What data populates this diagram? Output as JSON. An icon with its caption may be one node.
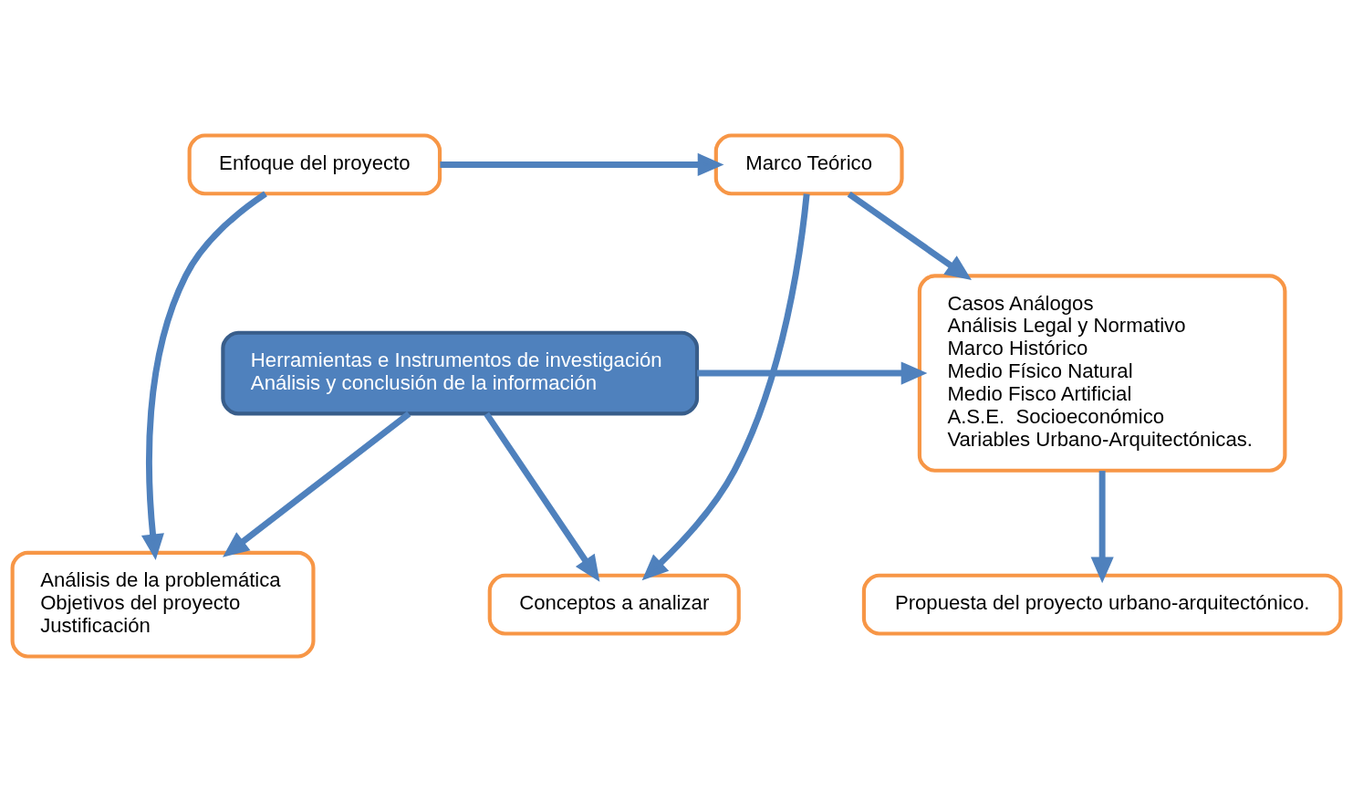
{
  "diagram": {
    "nodes": [
      {
        "text": [
          "Marco Teórico"
        ]
      },
      {
        "text": [
          "Enfoque del proyecto"
        ]
      },
      {
        "text": [
          "Conceptos a analizar"
        ]
      },
      {
        "text": [
          "Análisis de la problemática",
          "Objetivos del proyecto",
          "Justificación"
        ]
      },
      {
        "text": [
          "Casos Análogos",
          "Análisis Legal y Normativo",
          "Marco Histórico",
          "Medio Físico Natural",
          "Medio Fisco Artificial",
          "A.S.E.  Socioeconómico",
          "Variables Urbano-Arquitectónicas."
        ]
      },
      {
        "text": [
          "Herramientas e Instrumentos de investigación",
          "Análisis y conclusión de la información"
        ]
      },
      {
        "text": [
          "Propuesta del proyecto urbano-arquitectónico."
        ]
      }
    ],
    "edges": [
      {
        "from": 1,
        "to": 0,
        "arrow": "to"
      },
      {
        "from": 1,
        "to": 3,
        "arrow": "to"
      },
      {
        "from": 0,
        "to": 4,
        "arrow": "to"
      },
      {
        "from": 0,
        "to": 2,
        "arrow": "to"
      },
      {
        "from": 5,
        "to": 2,
        "arrow": "to"
      },
      {
        "from": 5,
        "to": 3,
        "arrow": "to"
      },
      {
        "from": 5,
        "to": 4,
        "arrow": "to"
      },
      {
        "from": 4,
        "to": 6,
        "arrow": "to"
      }
    ]
  }
}
